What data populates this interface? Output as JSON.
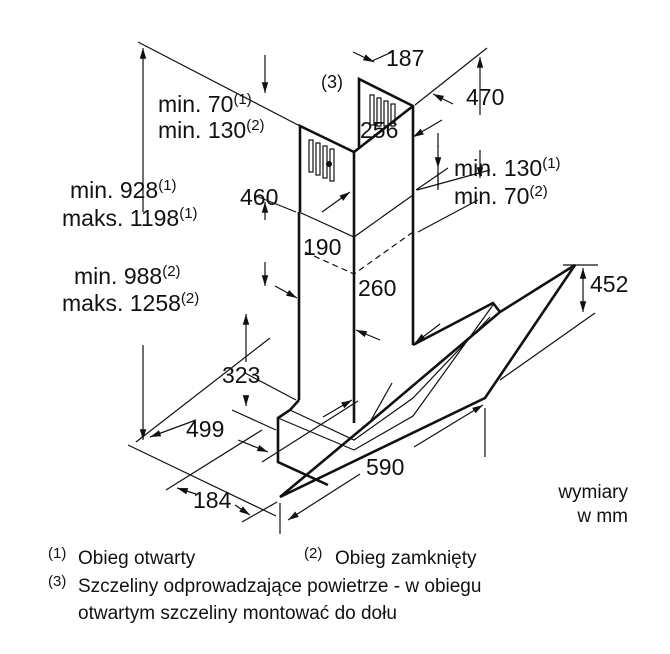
{
  "dimensions": {
    "d187": "187",
    "d470": "470",
    "d256": "256",
    "d460": "460",
    "d190": "190",
    "d260": "260",
    "d452": "452",
    "d323": "323",
    "d499": "499",
    "d590": "590",
    "d184": "184"
  },
  "labels": {
    "slots_marker": "(3)",
    "min70_top": "min. 70",
    "min70_top_sup": "(1)",
    "min130_top": "min. 130",
    "min130_top_sup": "(2)",
    "min130_right": "min. 130",
    "min130_right_sup": "(1)",
    "min70_right": "min. 70",
    "min70_right_sup": "(2)",
    "min928": "min. 928",
    "min928_sup": "(1)",
    "max1198": "maks. 1198",
    "max1198_sup": "(1)",
    "min988": "min. 988",
    "min988_sup": "(2)",
    "max1258": "maks. 1258",
    "max1258_sup": "(2)",
    "units_line1": "wymiary",
    "units_line2": "w mm"
  },
  "legend": {
    "n1_mark": "(1)",
    "n1_text": "Obieg otwarty",
    "n2_mark": "(2)",
    "n2_text": "Obieg zamknięty",
    "n3_mark": "(3)",
    "n3_line1": "Szczeliny odprowadzające powietrze - w obiegu",
    "n3_line2": "otwartym szczeliny montować do dołu"
  }
}
